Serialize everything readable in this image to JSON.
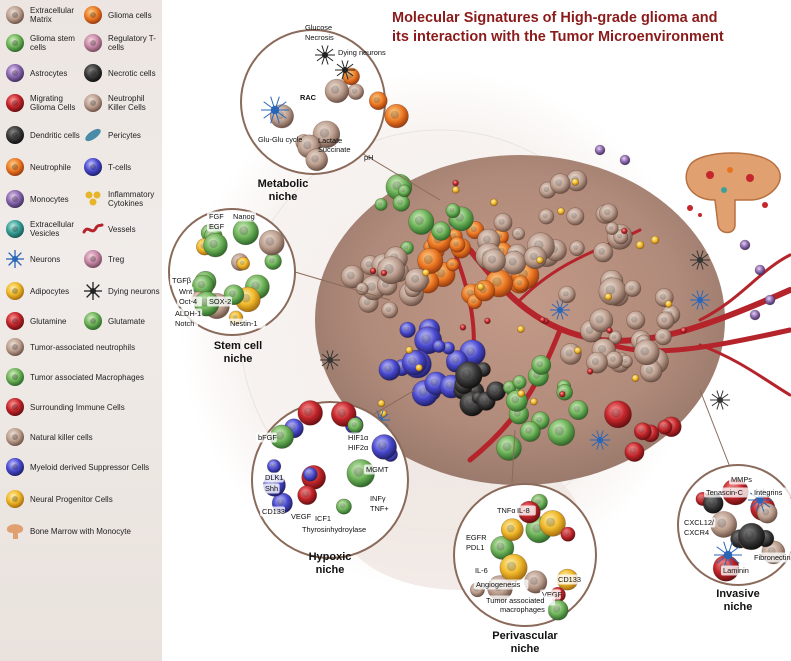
{
  "title": {
    "line1": "Molecular Signatures of High-grade glioma and",
    "line2": "its interaction with the Tumor Microenvironment"
  },
  "legend": {
    "items": [
      {
        "label": "Extracellular Matrix",
        "icon": "extracellular-matrix-icon",
        "color": "#c9a89a"
      },
      {
        "label": "Glioma cells",
        "icon": "glioma-cell-icon",
        "color": "#e8731f"
      },
      {
        "label": "Glioma stem cells",
        "icon": "glioma-stem-cell-icon",
        "color": "#5aa64a"
      },
      {
        "label": "Regulatory T-cells",
        "icon": "regulatory-t-cell-icon",
        "color": "#c98aa8"
      },
      {
        "label": "Astrocytes",
        "icon": "astrocyte-icon",
        "color": "#a06ab8"
      },
      {
        "label": "Necrotic cells",
        "icon": "necrotic-cell-icon",
        "color": "#333333"
      },
      {
        "label": "Migrating Glioma Cells",
        "icon": "migrating-glioma-cell-icon",
        "color": "#c4262b"
      },
      {
        "label": "Neutrophil Killer Cells",
        "icon": "neutrophil-killer-cell-icon",
        "color": "#8a6a5a"
      },
      {
        "label": "Dendritic cells",
        "icon": "dendritic-cell-icon",
        "color": "#6d6770"
      },
      {
        "label": "Pericytes",
        "icon": "pericyte-icon",
        "color": "#4a8ba8"
      },
      {
        "label": "Neutrophile",
        "icon": "neutrophile-icon",
        "color": "#e08840"
      },
      {
        "label": "T-cells",
        "icon": "t-cell-icon",
        "color": "#3b7ab8"
      },
      {
        "label": "Monocytes",
        "icon": "monocyte-icon",
        "color": "#6a5aa8"
      },
      {
        "label": "Inflammatory Cytokines",
        "icon": "inflammatory-cytokine-icon",
        "color": "#e6b52a"
      },
      {
        "label": "Extracellular Vesicles",
        "icon": "extracellular-vesicle-icon",
        "color": "#3aa098"
      },
      {
        "label": "Vessels",
        "icon": "vessel-icon",
        "color": "#b5232b"
      },
      {
        "label": "Neurons",
        "icon": "neuron-icon",
        "color": "#2a66b8"
      },
      {
        "label": "Treg",
        "icon": "treg-icon",
        "color": "#9a6b78"
      },
      {
        "label": "Adipocytes",
        "icon": "adipocyte-icon",
        "color": "#f0a82a"
      },
      {
        "label": "Dying neurons",
        "icon": "dying-neuron-icon",
        "color": "#222222"
      },
      {
        "label": "Glutamine",
        "icon": "glutamine-icon",
        "color": "#d11f1f"
      },
      {
        "label": "Glutamate",
        "icon": "glutamate-icon",
        "color": "#58b030"
      },
      {
        "label": "Tumor-associated neutrophils",
        "icon": "tumor-associated-neutrophil-icon",
        "color": "#8f8a86"
      },
      {
        "label": "Tumor associated Macrophages",
        "icon": "tumor-associated-macrophage-icon",
        "color": "#3d6b3a"
      },
      {
        "label": "Surrounding Immune Cells",
        "icon": "surrounding-immune-cell-icon",
        "color": "#c4411b"
      },
      {
        "label": "Natural killer cells",
        "icon": "natural-killer-cell-icon",
        "color": "#b9b3ad"
      },
      {
        "label": "Myeloid derived Suppressor Cells",
        "icon": "myeloid-suppressor-cell-icon",
        "color": "#2d3550"
      },
      {
        "label": "Neural Progenitor Cells",
        "icon": "neural-progenitor-cell-icon",
        "color": "#e8b428"
      },
      {
        "label": "Bone Marrow with Monocyte",
        "icon": "bone-marrow-monocyte-icon",
        "color": "#e0a070"
      }
    ]
  },
  "niches": {
    "metabolic": {
      "name_line1": "Metabolic",
      "name_line2": "niche",
      "labels": {
        "glucose": "Glucose",
        "necrosis": "Necrosis",
        "dying_neurons": "Dying neurons",
        "rac": "RAC",
        "lactate": "Lactate",
        "succinate": "Succinate",
        "glu_glu_cycle": "Glu-Glu cycle",
        "ph": "pH"
      }
    },
    "stem_cell": {
      "name_line1": "Stem cell",
      "name_line2": "niche",
      "labels": [
        "FGF",
        "EGF",
        "Nanog",
        "TGFβ",
        "Wnt",
        "Oct-4",
        "SOX-2",
        "ALDH-1",
        "Notch",
        "Nestin-1"
      ]
    },
    "hypoxic": {
      "name_line1": "Hypoxic",
      "name_line2": "niche",
      "labels": [
        "bFGF",
        "HIF1α",
        "HIF2α",
        "MGMT",
        "DLK1",
        "Shh",
        "INFγ",
        "TNF+",
        "CD133",
        "VEGF",
        "ICF1",
        "Thyrosinhydroylase"
      ]
    },
    "perivascular": {
      "name_line1": "Perivascular",
      "name_line2": "niche",
      "labels": [
        "TNFα",
        "IL-8",
        "EGFR",
        "PDL1",
        "IL-6",
        "Angiogenesis",
        "CD133",
        "VEGF",
        "Tumor associated",
        "macrophages"
      ]
    },
    "invasive": {
      "name_line1": "Invasive",
      "name_line2": "niche",
      "labels": [
        "MMPs",
        "Tenascin-C",
        "Integrins",
        "CXCL12/",
        "CXCR4",
        "Fibronectin",
        "Laminin"
      ]
    }
  }
}
